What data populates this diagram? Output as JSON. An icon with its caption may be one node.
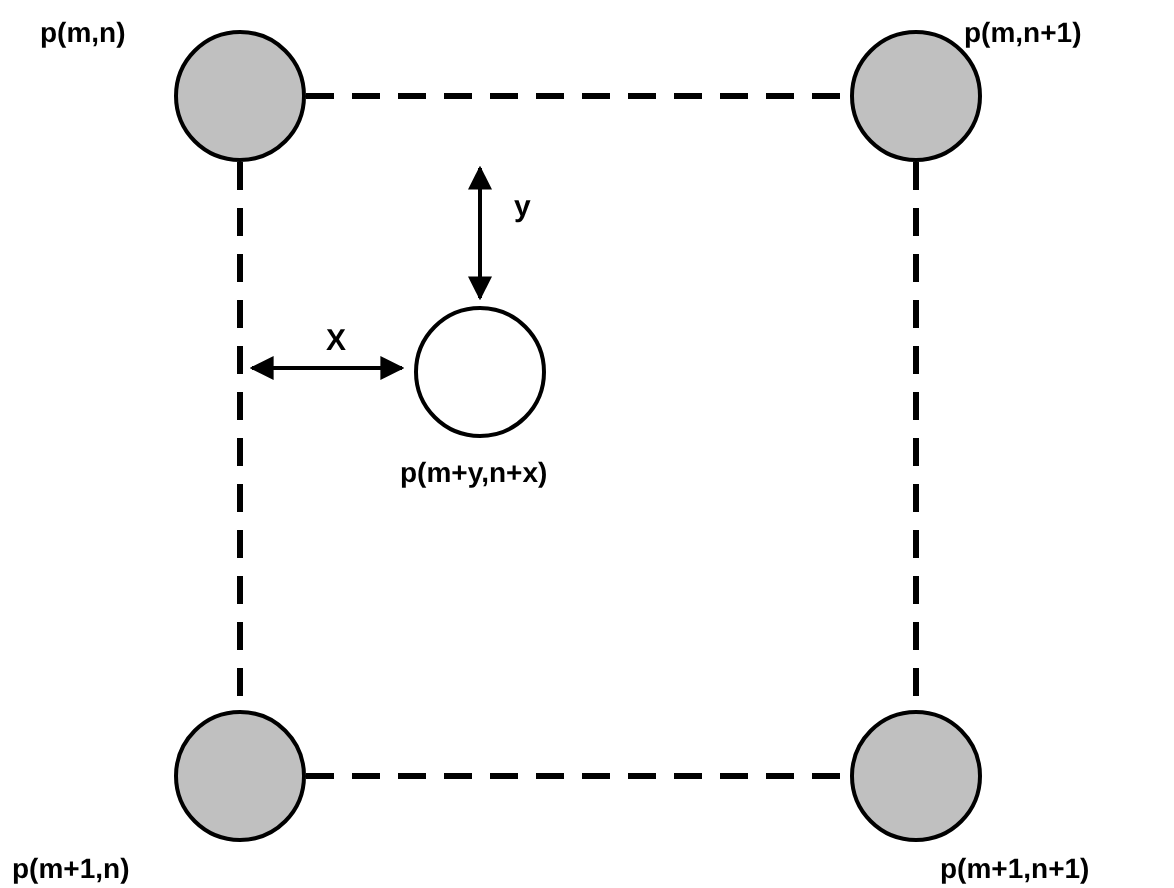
{
  "diagram": {
    "nodes": [
      {
        "text": [],
        "shape": "circle",
        "beside": [
          "p(m,n)"
        ]
      },
      {
        "text": [],
        "shape": "circle",
        "beside": [
          "p(m,n+1)"
        ]
      },
      {
        "text": [],
        "shape": "circle",
        "beside": [
          "p(m+y,n+x)"
        ]
      },
      {
        "text": [],
        "shape": "circle",
        "beside": [
          "p(m+1,n)"
        ]
      },
      {
        "text": [],
        "shape": "circle",
        "beside": [
          "p(m+1,n+1)"
        ]
      }
    ],
    "edges": [
      {
        "from": 0,
        "to": 1,
        "arrow": "none",
        "style": "dashed"
      },
      {
        "from": 0,
        "to": 3,
        "arrow": "none",
        "style": "dashed"
      },
      {
        "from": 1,
        "to": 4,
        "arrow": "none",
        "style": "dashed"
      },
      {
        "from": 3,
        "to": 4,
        "arrow": "none",
        "style": "dashed"
      }
    ],
    "labels": [
      "y",
      "X"
    ]
  }
}
